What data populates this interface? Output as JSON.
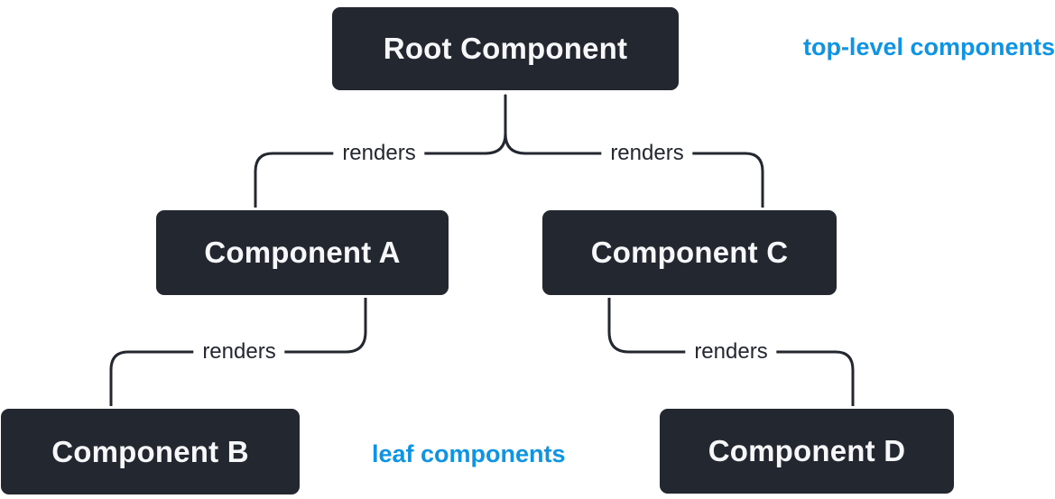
{
  "diagram": {
    "nodes": [
      {
        "id": "root",
        "label": "Root Component"
      },
      {
        "id": "a",
        "label": "Component A"
      },
      {
        "id": "b",
        "label": "Component B"
      },
      {
        "id": "c",
        "label": "Component C"
      },
      {
        "id": "d",
        "label": "Component D"
      }
    ],
    "edges": [
      {
        "from": "root",
        "to": "a",
        "label": "renders"
      },
      {
        "from": "root",
        "to": "c",
        "label": "renders"
      },
      {
        "from": "a",
        "to": "b",
        "label": "renders"
      },
      {
        "from": "c",
        "to": "d",
        "label": "renders"
      }
    ],
    "annotations": [
      {
        "id": "top-level",
        "text": "top-level components",
        "color": "#0E94E4"
      },
      {
        "id": "leaf",
        "text": "leaf components",
        "color": "#0E94E4"
      }
    ],
    "colors": {
      "node_fill": "#23272F",
      "node_text": "#F6F7F9",
      "node_border": "#FFFFFF",
      "line": "#23272F",
      "accent_blue": "#0E94E4",
      "bg": "#FFFFFF"
    }
  }
}
